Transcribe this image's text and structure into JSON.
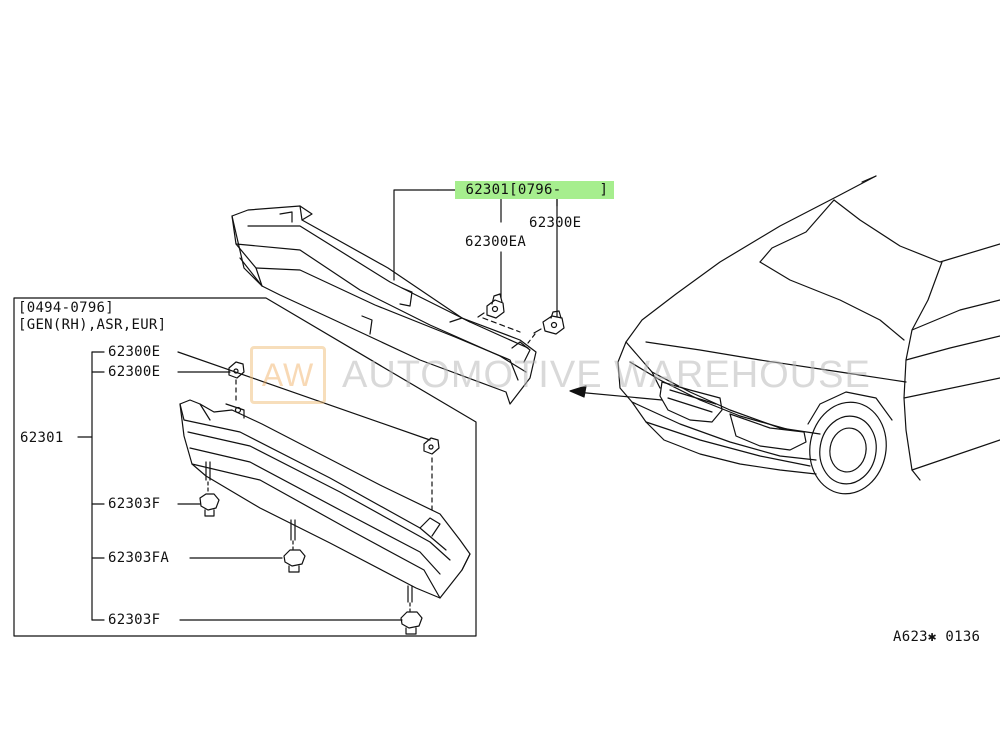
{
  "diagram": {
    "header_part": {
      "number": "62301",
      "range": "[0796-",
      "close": "]"
    },
    "callouts_top": {
      "e": "62300E",
      "ea": "62300EA"
    },
    "inset": {
      "period": "[0494-0796]",
      "spec": "[GEN(RH),ASR,EUR]",
      "main_part": "62301",
      "labels": {
        "e1": "62300E",
        "e2": "62300E",
        "f1": "62303F",
        "fa": "62303FA",
        "f2": "62303F"
      }
    },
    "figure_code": "A623✱ 0136",
    "watermark": {
      "logo": "AW",
      "text": "AUTOMOTIVE WAREHOUSE"
    },
    "colors": {
      "highlight": "#a6ee8e",
      "line": "#111111"
    }
  }
}
